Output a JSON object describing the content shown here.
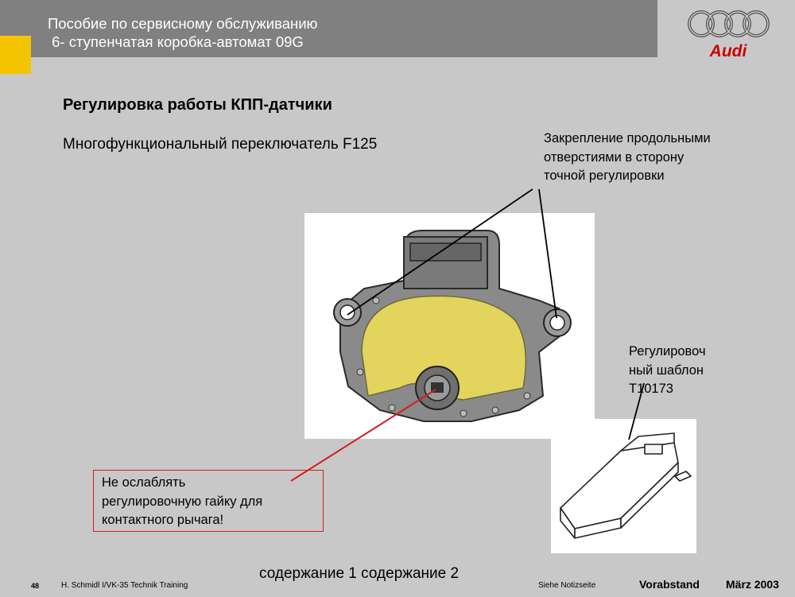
{
  "header": {
    "title_line1": "Пособие по сервисному обслуживанию",
    "title_line2": " 6- ступенчатая коробка-автомат 09G",
    "logo_text": "Audi",
    "accent_color": "#f5c400"
  },
  "slide": {
    "title": "Регулировка работы КПП-датчики",
    "subtitle": "Многофункциональный переключатель F125",
    "callout_mounting": [
      "Закрепление продольными",
      "отверстиями в сторону",
      "точной регулировки"
    ],
    "callout_template": [
      "Регулировоч",
      "ный шаблон",
      "T10173"
    ],
    "warning": [
      "Не ослаблять",
      "регулировочную гайку для",
      "контактного рычага!"
    ]
  },
  "nav": {
    "link1": "содержание 1",
    "link2": "содержание 2"
  },
  "footer": {
    "page": "48",
    "author": "H. Schmidl I/VK-35  Technik Training",
    "notes": "Siehe Notizseite",
    "status": "Vorabstand",
    "date": "März 2003"
  }
}
